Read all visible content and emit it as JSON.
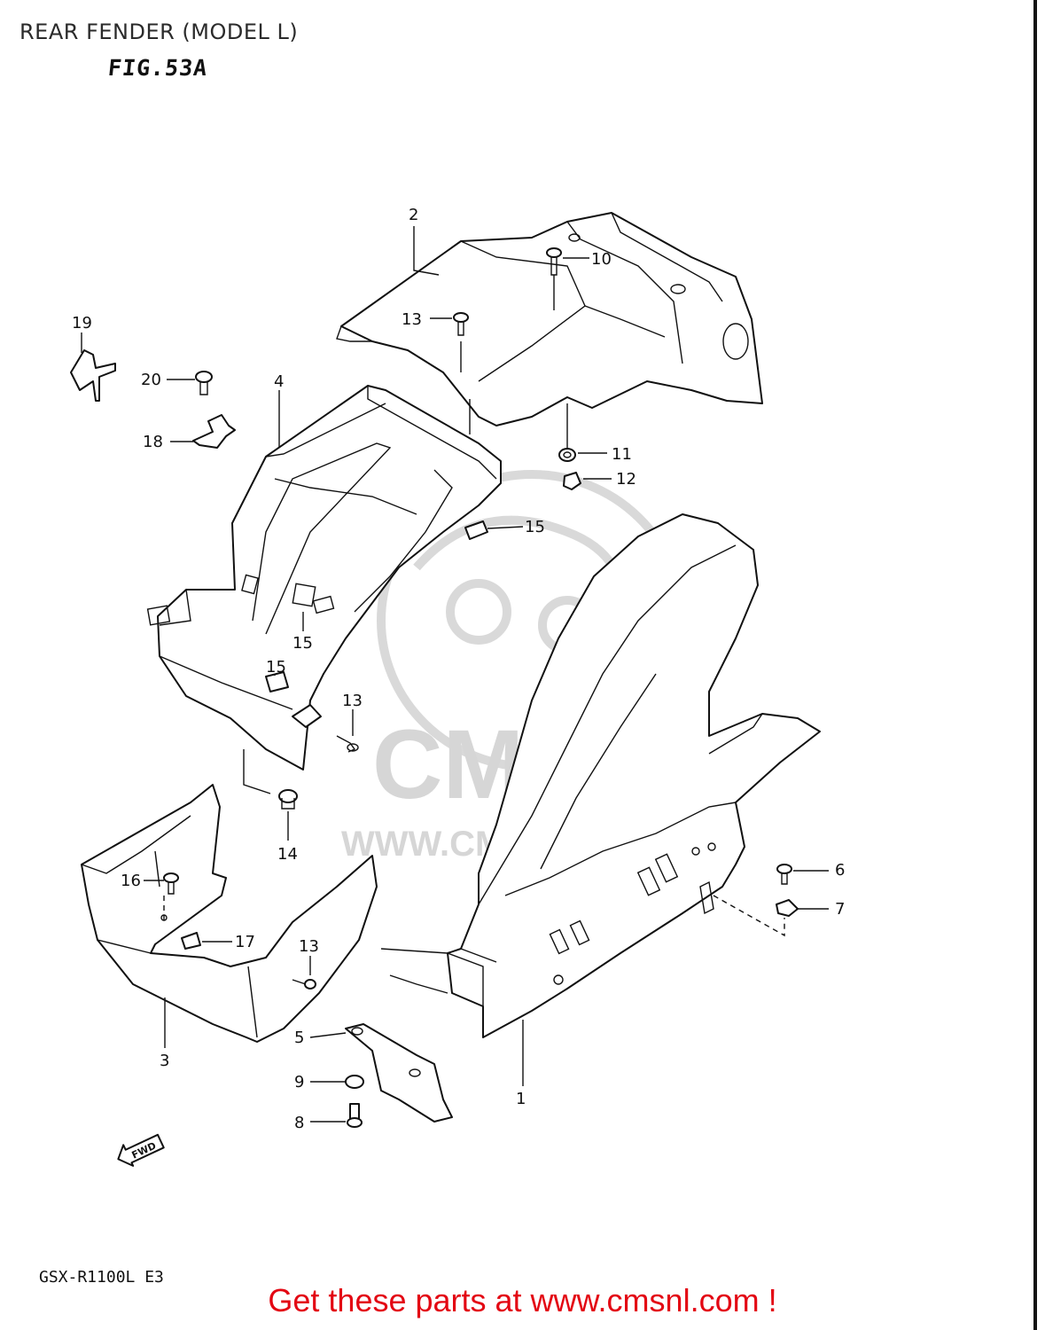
{
  "header": {
    "title": "REAR FENDER (MODEL L)",
    "figure": "FIG.53A"
  },
  "footer": {
    "model_code": "GSX-R1100L  E3",
    "ad_text": "Get these parts at www.cmsnl.com !"
  },
  "watermark": {
    "logo_text": "CMS",
    "url_text": "WWW.CMSNL.COM"
  },
  "direction_badge": "FWD",
  "callouts": [
    "1",
    "2",
    "3",
    "4",
    "5",
    "6",
    "7",
    "8",
    "9",
    "10",
    "11",
    "12",
    "13",
    "13",
    "13",
    "14",
    "15",
    "15",
    "15",
    "16",
    "17",
    "18",
    "19",
    "20"
  ],
  "colors": {
    "line": "#111111",
    "ad_red": "#e30613",
    "watermark": "#d9d9d9"
  }
}
